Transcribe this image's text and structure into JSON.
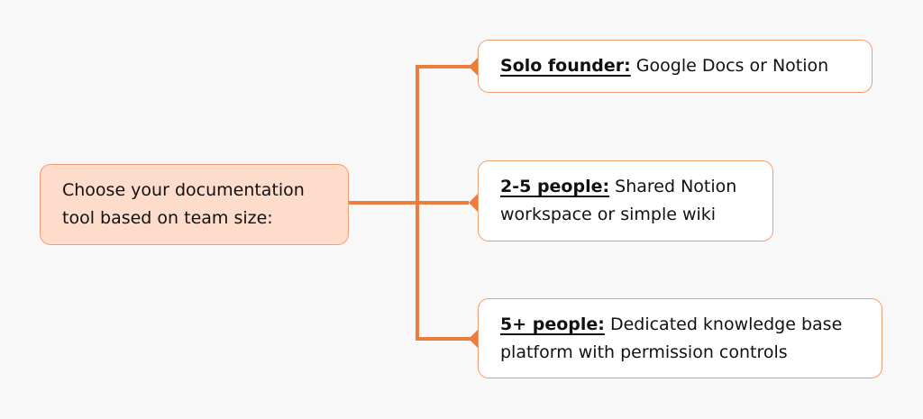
{
  "colors": {
    "background": "#f8f8f8",
    "accent": "#ed7d3b",
    "root_fill": "#fddccb",
    "box_border": "#f0a070",
    "leaf_fill": "#ffffff",
    "text": "#111111"
  },
  "root": {
    "text": "Choose your documentation tool based on team size:"
  },
  "branches": [
    {
      "label": "Solo founder:",
      "text": " Google Docs or Notion"
    },
    {
      "label": "2-5 people:",
      "text": " Shared Notion workspace or simple wiki"
    },
    {
      "label": "5+ people:",
      "text": " Dedicated knowledge base platform with permission controls"
    }
  ]
}
